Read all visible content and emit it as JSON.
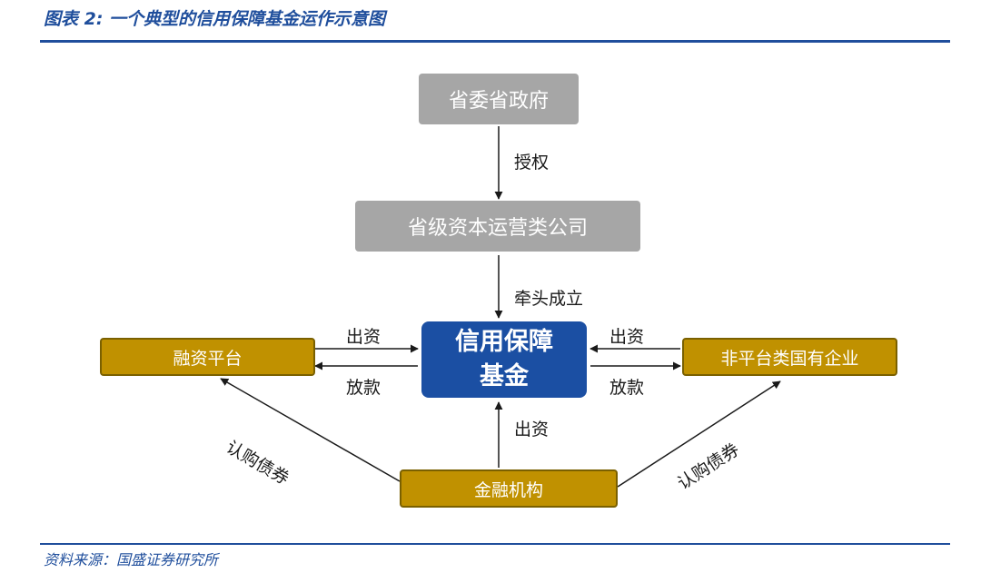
{
  "header": {
    "title": "图表 2:  一个典型的信用保障基金运作示意图"
  },
  "diagram": {
    "nodes": {
      "provincial_gov": "省委省政府",
      "capital_company": "省级资本运营类公司",
      "fund_line1": "信用保障",
      "fund_line2": "基金",
      "financing_platform": "融资平台",
      "non_platform_soe": "非平台类国有企业",
      "financial_institution": "金融机构"
    },
    "edges": {
      "authorize": "授权",
      "lead_establish": "牵头成立",
      "left_contribute": "出资",
      "left_lend": "放款",
      "right_contribute": "出资",
      "right_lend": "放款",
      "bottom_contribute": "出资",
      "left_subscribe": "认购债券",
      "right_subscribe": "认购债券"
    }
  },
  "footer": {
    "source": "资料来源：国盛证券研究所"
  },
  "colors": {
    "accent_blue": "#1f4e9c",
    "fund_blue": "#1b4fa3",
    "gray_box": "#a6a6a6",
    "gold_box": "#c09100"
  }
}
